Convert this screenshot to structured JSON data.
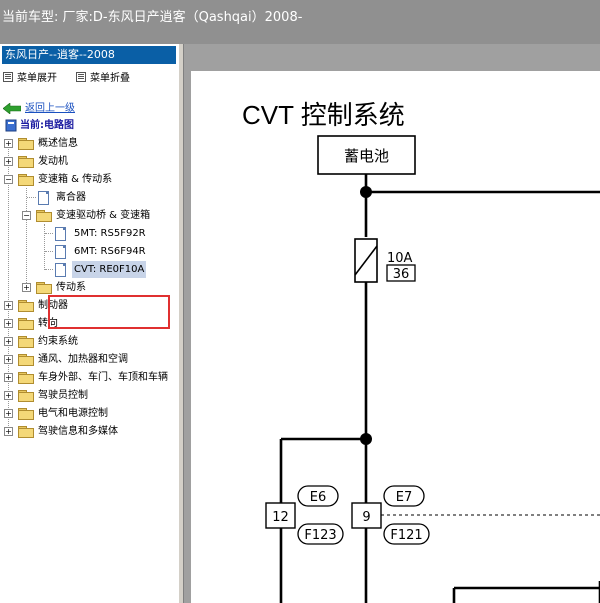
{
  "window": {
    "title": "当前车型:  厂家:D-东风日产逍客（Qashqai）2008-"
  },
  "panel": {
    "header": "东风日产--逍客--2008",
    "expand_all": "菜单展开",
    "collapse_all": "菜单折叠",
    "back": "返回上一级",
    "current": "当前:电路图"
  },
  "tree": {
    "overview": "概述信息",
    "engine": "发动机",
    "transmission": "变速箱 & 传动系",
    "clutch": "离合器",
    "transaxle": "变速驱动桥 & 变速箱",
    "mt_a": "5MT: RS5F92R",
    "mt_b": "6MT: RS6F94R",
    "cvt": "CVT: RE0F10A",
    "driveline": "传动系",
    "brakes": "制动器",
    "steering": "转向",
    "restraint": "约束系统",
    "hvac": "通风、加热器和空调",
    "body": "车身外部、车门、车顶和车辆",
    "driver_controls": "驾驶员控制",
    "electrical": "电气和电源控制",
    "driver_info": "驾驶信息和多媒体"
  },
  "diagram": {
    "title": "CVT 控制系统",
    "battery": "蓄电池",
    "fuse_rating": "10A",
    "fuse_number": "36",
    "pin_left": "12",
    "pin_right": "9",
    "conn_e6": "E6",
    "conn_f123": "F123",
    "conn_e7": "E7",
    "conn_f121": "F121"
  }
}
